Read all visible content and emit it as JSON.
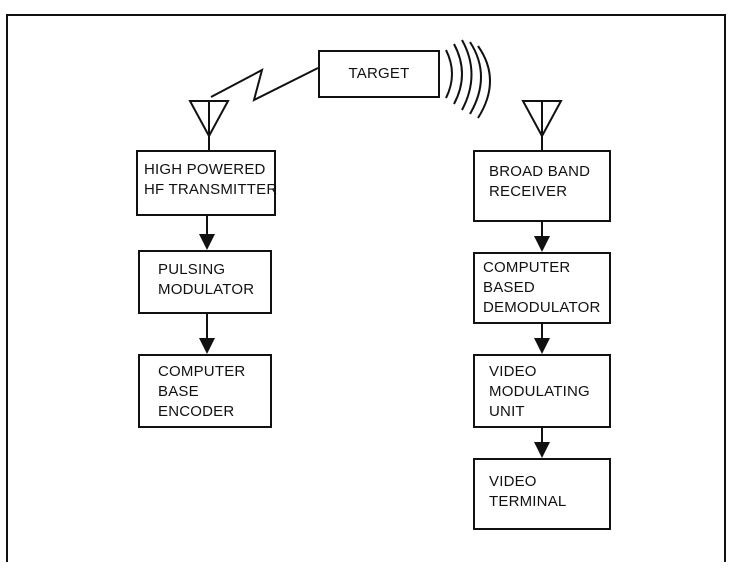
{
  "diagram": {
    "target_label": "TARGET",
    "transmitter_chain": [
      {
        "id": "hf-transmitter",
        "lines": [
          "HIGH POWERED",
          "HF TRANSMITTER"
        ]
      },
      {
        "id": "pulsing-modulator",
        "lines": [
          "PULSING",
          "MODULATOR"
        ]
      },
      {
        "id": "computer-base-encoder",
        "lines": [
          "COMPUTER",
          "BASE",
          "ENCODER"
        ]
      }
    ],
    "receiver_chain": [
      {
        "id": "broad-band-receiver",
        "lines": [
          "BROAD BAND",
          "RECEIVER"
        ]
      },
      {
        "id": "computer-based-demodulator",
        "lines": [
          "COMPUTER",
          "BASED",
          "DEMODULATOR"
        ]
      },
      {
        "id": "video-modulating-unit",
        "lines": [
          "VIDEO",
          "MODULATING",
          "UNIT"
        ]
      },
      {
        "id": "video-terminal",
        "lines": [
          "VIDEO",
          "TERMINAL"
        ]
      }
    ]
  }
}
